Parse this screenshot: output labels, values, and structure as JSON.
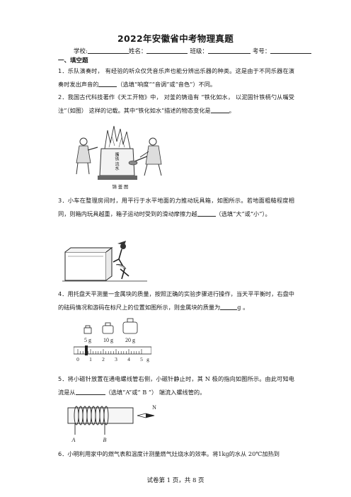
{
  "title": "2022年安徽省中考物理真题",
  "info": {
    "school_label": "学校:",
    "name_label": "姓名：",
    "class_label": "班级：",
    "exam_no_label": "考号："
  },
  "section_heading": "一、填空题",
  "questions": [
    {
      "num": "1．",
      "text_a": "乐队演奏时， 有经验的听众仅凭音乐声也能分辨出乐器的种类。这是由于不同乐器在演奏时发出声音的",
      "text_b": "（选填“响度”“音调”或“音色”）不同。"
    },
    {
      "num": "2．",
      "text_a": "我国古代科技著作《天工开物》中， 对釜的铸造有 “铁化如水， 以泥固针铁柄勺从嘴受注”（如图） 这样的记载。其中“铁化如水”描述的物态变化是",
      "text_b": "。",
      "figure_caption": "铸 釜 图",
      "figure_text": "嘴铁 流水"
    },
    {
      "num": "3．",
      "text_a": "小车在整理房间时，用平行于水平地面的力推动玩具箱，如图所示。若地面粗糙程度相同，则箱内玩具越重，箱子运动时受到的滑动摩擦力越",
      "text_b": "（选填“大”或“小”）。"
    },
    {
      "num": "4．",
      "text_a": "用托盘天平测量一金属块的质量，按照正确的实验步骤进行操作，当天平平衡时，右盘中的砝码情况和游码在标尺上的位置如图所示，则金属块的质量为",
      "text_b": "g 。",
      "weights": [
        "5 g",
        "10 g",
        "20 g"
      ],
      "ruler_ticks": [
        "0",
        "1",
        "2",
        "3",
        "4",
        "5",
        "g"
      ]
    },
    {
      "num": "5．",
      "text_a": "将小磁针放置在通电螺线管右侧，小磁针静止时，其 N 极的指向如图所示。由此可知电流是从",
      "text_b": "（选填“A”或“ B ”） 端流入螺线管的。",
      "label_a": "A",
      "label_b": "B",
      "label_n": "N"
    },
    {
      "num": "6．",
      "text_a": "小明利用家中的燃气表和温度计测量燃气灶烧水的效率。将1kg的水从 20℃加热到"
    }
  ],
  "footer": "试卷第 1 页，共 8 页"
}
